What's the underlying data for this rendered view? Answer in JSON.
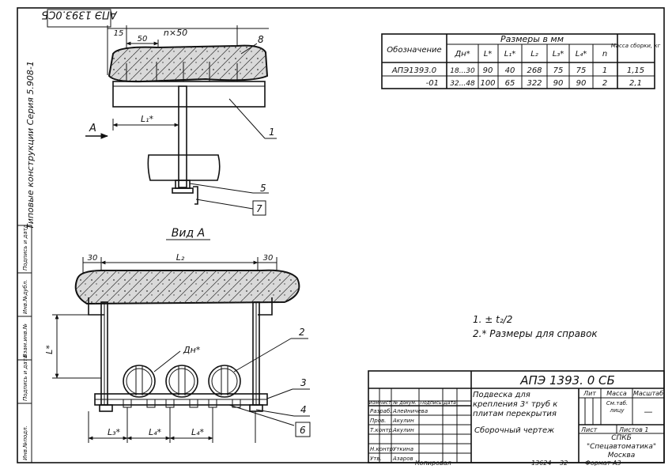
{
  "side_strip": {
    "series_label": "Типовые конструкции   Серия   5.908-1",
    "doc_code_rotated": "АПЭ 1393.0СБ",
    "stamp_cells": [
      "Инв.№подл.",
      "Подпись и дата",
      "Взам.инв.№",
      "Инв.№дубл.",
      "Подпись и дата"
    ]
  },
  "top_view": {
    "dim_15": "15",
    "dim_50": "50",
    "dim_nx50": "n×50",
    "label_8": "8",
    "label_1": "1",
    "label_5": "5",
    "label_7": "7",
    "arrow_a": "А",
    "dim_l1": "L₁*"
  },
  "bottom_view": {
    "title": "Вид А",
    "dim_30_left": "30",
    "dim_l2": "L₂",
    "dim_30_right": "30",
    "dim_l": "L*",
    "dim_dn": "Дн*",
    "label_2": "2",
    "label_3": "3",
    "label_4": "4",
    "label_6": "6",
    "dim_l3": "L₃*",
    "dim_l4a": "L₄*",
    "dim_l4b": "L₄*"
  },
  "spec_table": {
    "col_designation": "Обозначение",
    "group_header": "Размеры в мм",
    "col_mass": "Масса сборки, кг",
    "columns": [
      "Дн*",
      "L*",
      "L₁*",
      "L₂",
      "L₃*",
      "L₄*",
      "n"
    ],
    "rows": [
      {
        "designation": "АПЭ1393.0",
        "values": [
          "18...30",
          "90",
          "40",
          "268",
          "75",
          "75",
          "1"
        ],
        "mass": "1,15"
      },
      {
        "designation": "-01",
        "values": [
          "32...48",
          "100",
          "65",
          "322",
          "90",
          "90",
          "2"
        ],
        "mass": "2,1"
      }
    ]
  },
  "notes": {
    "note1": "1. ± t₂/2",
    "note2": "2.* Размеры для справок"
  },
  "title_block": {
    "doc_code": "АПЭ 1393. 0 СБ",
    "description": "Подвеска для крепления 3ˣ труб к плитам перекрытия",
    "doc_type": "Сборочный чертеж",
    "col_lit": "Лит",
    "col_mass": "Масса",
    "col_scale": "Масштаб",
    "mass_value": "См.таб. лицу",
    "scale_value": "—",
    "sheet_label": "Лист",
    "sheets_label": "Листов 1",
    "org": "СПКБ \"Спецавтоматика\" Москва",
    "header_cells": [
      "Изм",
      "Лист",
      "№ докум.",
      "Подпись",
      "Дата"
    ],
    "signers": [
      {
        "role": "Разраб.",
        "name": "Алейничева"
      },
      {
        "role": "Пров.",
        "name": "Акулин"
      },
      {
        "role": "Т.контр.",
        "name": "Акулин"
      },
      {
        "role": "",
        "name": ""
      },
      {
        "role": "Н.контр.",
        "name": "Уткина"
      },
      {
        "role": "Утв.",
        "name": "Азаров"
      }
    ]
  },
  "footer": {
    "copy_label": "Копировал",
    "format_label": "Формат А3",
    "number": "13624",
    "code": "32"
  }
}
